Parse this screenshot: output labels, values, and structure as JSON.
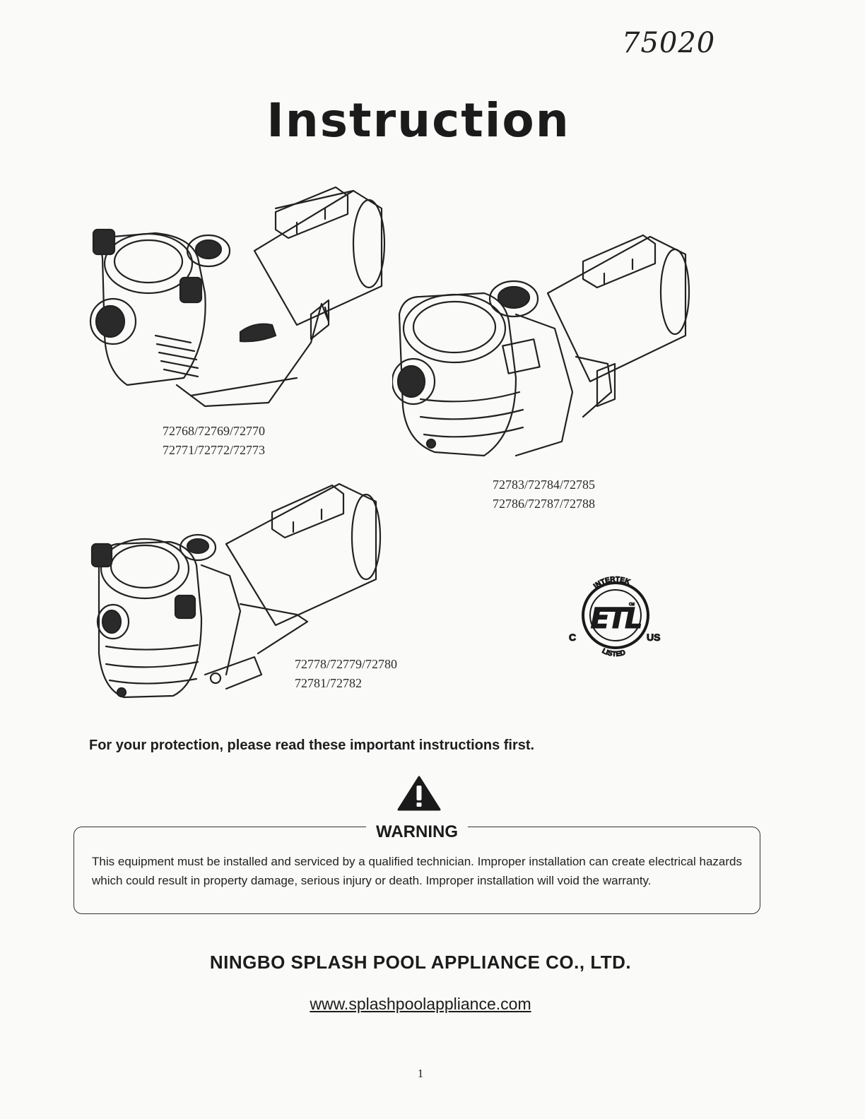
{
  "handwritten_note": "75020",
  "title": "Instruction",
  "pumps": [
    {
      "models": [
        "72768/72769/72770",
        "72771/72772/72773"
      ]
    },
    {
      "models": [
        "72783/72784/72785",
        "72786/72787/72788"
      ]
    },
    {
      "models": [
        "72778/72779/72780",
        "72781/72782"
      ]
    }
  ],
  "certification": {
    "top": "INTERTEK",
    "mark": "ETL",
    "bottom": "LISTED",
    "left": "C",
    "right": "US",
    "small": "CM"
  },
  "protection_notice": "For your protection, please read these important instructions first.",
  "warning": {
    "icon": "warning-triangle-icon",
    "heading": "WARNING",
    "text": "This equipment must be installed and serviced by a qualified technician. Improper installation can create electrical hazards which could result in property damage, serious injury or death. Improper installation will void the warranty."
  },
  "company": "NINGBO SPLASH POOL APPLIANCE CO., LTD.",
  "website": "www.splashpoolappliance.com",
  "page_number": "1"
}
